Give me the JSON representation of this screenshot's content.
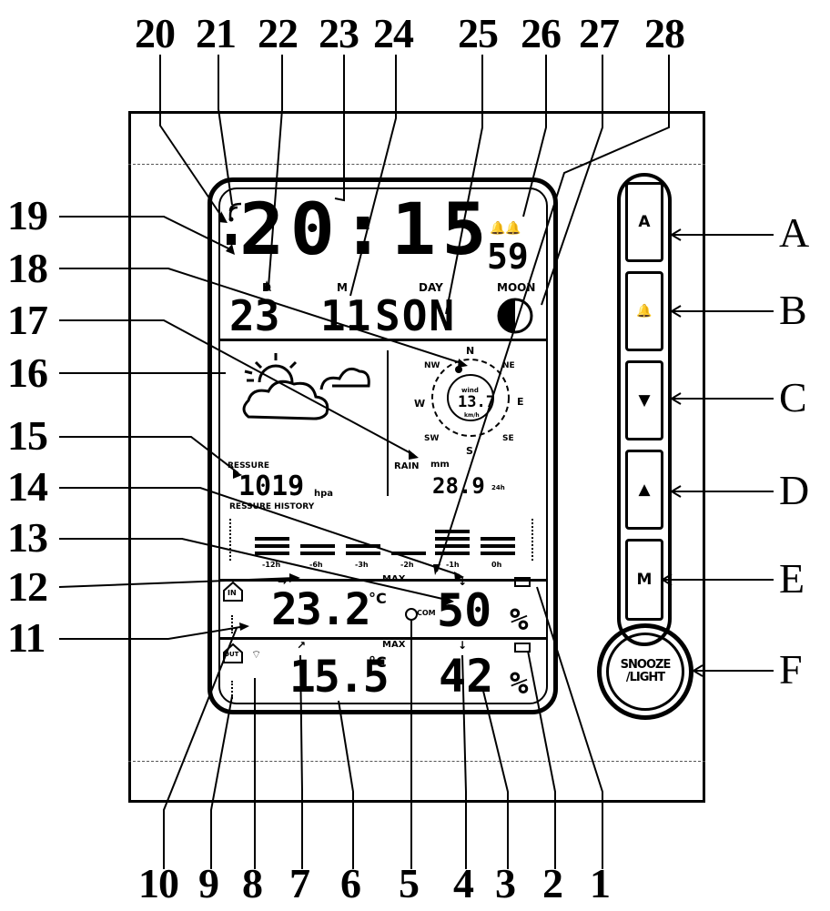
{
  "callouts_top": [
    "20",
    "21",
    "22",
    "23",
    "24",
    "25",
    "26",
    "27",
    "28"
  ],
  "callouts_left": [
    "19",
    "18",
    "17",
    "16",
    "15",
    "14",
    "13",
    "12",
    "11"
  ],
  "callouts_bottom": [
    "10",
    "9",
    "8",
    "7",
    "6",
    "5",
    "4",
    "3",
    "2",
    "1"
  ],
  "callouts_right": [
    "A",
    "B",
    "C",
    "D",
    "E",
    "F"
  ],
  "display": {
    "time": "20:15",
    "seconds": "59",
    "day_label": "D",
    "month_label": "M",
    "dayname_label": "DAY",
    "moon_label": "MOON",
    "day": "23",
    "month": "11",
    "dayname": "SON",
    "compass": {
      "n": "N",
      "ne": "NE",
      "e": "E",
      "se": "SE",
      "s": "S",
      "sw": "SW",
      "w": "W",
      "nw": "NW"
    },
    "wind_top": "wind",
    "wind_value": "13.7",
    "wind_unit": "km/h",
    "rain_label": "RAIN",
    "rain_unit": "mm",
    "rain_value": "28.9",
    "rain_period": "24h",
    "pressure_label": "RESSURE",
    "pressure_value": "1019",
    "pressure_unit": "hpa",
    "pressure_history_label": "RESSURE HISTORY",
    "history_labels": [
      "-12h",
      "-6h",
      "-3h",
      "-2h",
      "-1h",
      "0h"
    ],
    "max_label_in": "MAX",
    "in_icon": "IN",
    "in_temp": "23.2",
    "temp_unit": "°C",
    "com_label": "COM",
    "in_humidity": "50",
    "percent": "%",
    "max_label_out": "MAX",
    "out_icon": "OUT",
    "out_temp": "15.5",
    "out_humidity": "42"
  },
  "buttons": [
    "A",
    "🔔",
    "▼",
    "▲",
    "M"
  ],
  "snooze": {
    "line1": "SNOOZE",
    "line2": "/LIGHT"
  }
}
